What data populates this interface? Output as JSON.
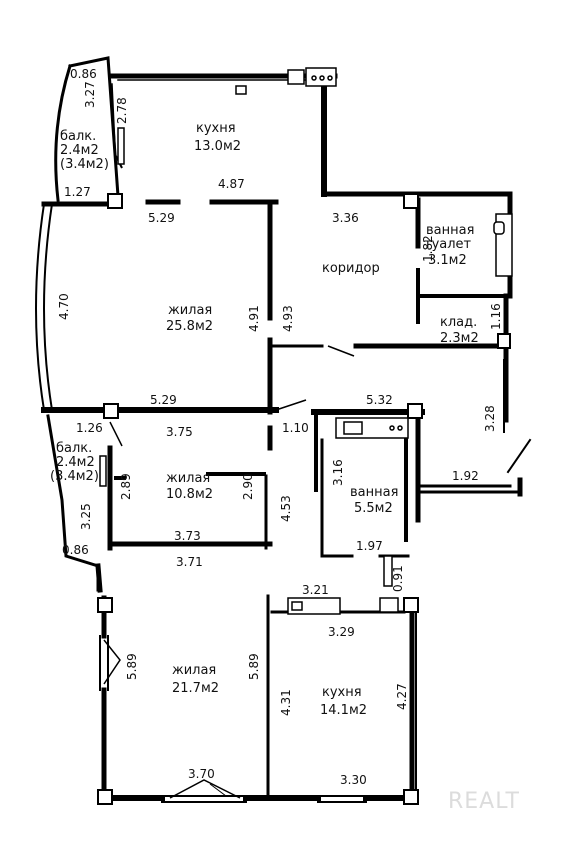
{
  "watermark": "REALT",
  "labels": [
    {
      "id": "dim-086-top",
      "text": "0.86",
      "kind": "dim"
    },
    {
      "id": "dim-327",
      "text": "3.27",
      "kind": "dim"
    },
    {
      "id": "dim-278",
      "text": "2.78",
      "kind": "dim"
    },
    {
      "id": "balk1-l1",
      "text": "балк.",
      "kind": "room"
    },
    {
      "id": "balk1-l2",
      "text": "2.4м2",
      "kind": "room"
    },
    {
      "id": "balk1-l3",
      "text": "(3.4м2)",
      "kind": "room"
    },
    {
      "id": "kitchen1-name",
      "text": "кухня",
      "kind": "room"
    },
    {
      "id": "kitchen1-area",
      "text": "13.0м2",
      "kind": "room"
    },
    {
      "id": "dim-127",
      "text": "1.27",
      "kind": "dim"
    },
    {
      "id": "dim-487",
      "text": "4.87",
      "kind": "dim"
    },
    {
      "id": "dim-529-top",
      "text": "5.29",
      "kind": "dim"
    },
    {
      "id": "dim-336",
      "text": "3.36",
      "kind": "dim"
    },
    {
      "id": "bath1-l1",
      "text": "ванная",
      "kind": "room"
    },
    {
      "id": "bath1-l2",
      "text": "туалет",
      "kind": "room"
    },
    {
      "id": "bath1-l3",
      "text": "3.1м2",
      "kind": "room"
    },
    {
      "id": "dim-182",
      "text": "1.82",
      "kind": "dim"
    },
    {
      "id": "corridor",
      "text": "коридор",
      "kind": "room"
    },
    {
      "id": "dim-470",
      "text": "4.70",
      "kind": "dim"
    },
    {
      "id": "living1-name",
      "text": "жилая",
      "kind": "room"
    },
    {
      "id": "living1-area",
      "text": "25.8м2",
      "kind": "room"
    },
    {
      "id": "dim-491",
      "text": "4.91",
      "kind": "dim"
    },
    {
      "id": "dim-493",
      "text": "4.93",
      "kind": "dim"
    },
    {
      "id": "storage-name",
      "text": "клад.",
      "kind": "room"
    },
    {
      "id": "storage-area",
      "text": "2.3м2",
      "kind": "room"
    },
    {
      "id": "dim-116",
      "text": "1.16",
      "kind": "dim"
    },
    {
      "id": "dim-529-bot",
      "text": "5.29",
      "kind": "dim"
    },
    {
      "id": "dim-532",
      "text": "5.32",
      "kind": "dim"
    },
    {
      "id": "dim-328",
      "text": "3.28",
      "kind": "dim"
    },
    {
      "id": "dim-126",
      "text": "1.26",
      "kind": "dim"
    },
    {
      "id": "dim-375",
      "text": "3.75",
      "kind": "dim"
    },
    {
      "id": "dim-110",
      "text": "1.10",
      "kind": "dim"
    },
    {
      "id": "balk2-l1",
      "text": "балк.",
      "kind": "room"
    },
    {
      "id": "balk2-l2",
      "text": "2.4м2",
      "kind": "room"
    },
    {
      "id": "balk2-l3",
      "text": "(3.4м2)",
      "kind": "room"
    },
    {
      "id": "dim-289",
      "text": "2.89",
      "kind": "dim"
    },
    {
      "id": "living2-name",
      "text": "жилая",
      "kind": "room"
    },
    {
      "id": "living2-area",
      "text": "10.8м2",
      "kind": "room"
    },
    {
      "id": "dim-290",
      "text": "2.90",
      "kind": "dim"
    },
    {
      "id": "dim-453",
      "text": "4.53",
      "kind": "dim"
    },
    {
      "id": "dim-316",
      "text": "3.16",
      "kind": "dim"
    },
    {
      "id": "bath2-name",
      "text": "ванная",
      "kind": "room"
    },
    {
      "id": "bath2-area",
      "text": "5.5м2",
      "kind": "room"
    },
    {
      "id": "dim-192",
      "text": "1.92",
      "kind": "dim"
    },
    {
      "id": "dim-325",
      "text": "3.25",
      "kind": "dim"
    },
    {
      "id": "dim-373",
      "text": "3.73",
      "kind": "dim"
    },
    {
      "id": "dim-197",
      "text": "1.97",
      "kind": "dim"
    },
    {
      "id": "dim-086-bot",
      "text": "0.86",
      "kind": "dim"
    },
    {
      "id": "dim-371",
      "text": "3.71",
      "kind": "dim"
    },
    {
      "id": "dim-091",
      "text": "0.91",
      "kind": "dim"
    },
    {
      "id": "dim-321",
      "text": "3.21",
      "kind": "dim"
    },
    {
      "id": "dim-329",
      "text": "3.29",
      "kind": "dim"
    },
    {
      "id": "dim-589-l",
      "text": "5.89",
      "kind": "dim"
    },
    {
      "id": "living3-name",
      "text": "жилая",
      "kind": "room"
    },
    {
      "id": "living3-area",
      "text": "21.7м2",
      "kind": "room"
    },
    {
      "id": "dim-589-r",
      "text": "5.89",
      "kind": "dim"
    },
    {
      "id": "dim-431",
      "text": "4.31",
      "kind": "dim"
    },
    {
      "id": "kitchen2-name",
      "text": "кухня",
      "kind": "room"
    },
    {
      "id": "kitchen2-area",
      "text": "14.1м2",
      "kind": "room"
    },
    {
      "id": "dim-427",
      "text": "4.27",
      "kind": "dim"
    },
    {
      "id": "dim-370",
      "text": "3.70",
      "kind": "dim"
    },
    {
      "id": "dim-330",
      "text": "3.30",
      "kind": "dim"
    }
  ]
}
